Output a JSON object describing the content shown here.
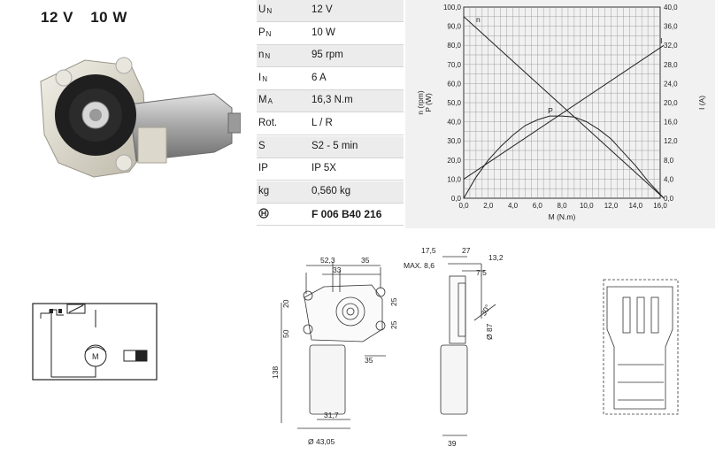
{
  "header": {
    "voltage": "12 V",
    "power": "10 W"
  },
  "spec_table": [
    {
      "sym": "U",
      "sub": "N",
      "value": "12 V"
    },
    {
      "sym": "P",
      "sub": "N",
      "value": "10 W"
    },
    {
      "sym": "n",
      "sub": "N",
      "value": "95 rpm"
    },
    {
      "sym": "I",
      "sub": "N",
      "value": "6 A"
    },
    {
      "sym": "M",
      "sub": "A",
      "value": "16,3 N.m"
    },
    {
      "sym": "Rot.",
      "sub": "",
      "value": "L / R"
    },
    {
      "sym": "S",
      "sub": "",
      "value": "S2 - 5 min"
    },
    {
      "sym": "IP",
      "sub": "",
      "value": "IP 5X"
    },
    {
      "sym": "kg",
      "sub": "",
      "value": "0,560 kg"
    }
  ],
  "part_number": "F 006 B40 216",
  "brand_icon": "bosch-logo-icon",
  "chart_data": {
    "type": "line",
    "xlabel": "M (N.m)",
    "ylabel_left": "n (rpm)\nP (W)",
    "ylabel_right": "I (A)",
    "x_ticks": [
      "0,0",
      "2,0",
      "4,0",
      "6,0",
      "8,0",
      "10,0",
      "12,0",
      "14,0",
      "16,0"
    ],
    "y_ticks_left": [
      "0,0",
      "10,0",
      "20,0",
      "30,0",
      "40,0",
      "50,0",
      "60,0",
      "70,0",
      "80,0",
      "90,0",
      "100,0"
    ],
    "y_ticks_right": [
      "0,0",
      "4,0",
      "8,0",
      "12,0",
      "16,0",
      "20,0",
      "24,0",
      "28,0",
      "32,0",
      "36,0",
      "40,0"
    ],
    "xlim": [
      0,
      16
    ],
    "ylim_left": [
      0,
      100
    ],
    "ylim_right": [
      0,
      40
    ],
    "grid": true,
    "series": [
      {
        "name": "n",
        "axis": "left",
        "x": [
          0,
          16.3
        ],
        "values": [
          95,
          0
        ]
      },
      {
        "name": "I",
        "axis": "right",
        "x": [
          0,
          16.3
        ],
        "values": [
          4,
          32
        ]
      },
      {
        "name": "P",
        "axis": "left",
        "x": [
          0,
          1,
          2,
          3,
          4,
          5,
          6,
          7,
          8,
          9,
          10,
          11,
          12,
          13,
          14,
          15,
          16.3
        ],
        "values": [
          0,
          11,
          20,
          27,
          33,
          38,
          41,
          43,
          43,
          42.5,
          40,
          36,
          31,
          24,
          17,
          9,
          0
        ]
      }
    ],
    "colors": {
      "line": "#222222",
      "grid": "#8c8c8c",
      "background": "#f1f1f1"
    }
  },
  "dimensions": {
    "front_top": [
      "52,3",
      "35",
      "33"
    ],
    "front_left": [
      "20",
      "50",
      "138"
    ],
    "front_right": [
      "25",
      "25",
      "35"
    ],
    "front_bottom": [
      "31,7",
      "Ø 43,05"
    ],
    "side_top": [
      "17,5",
      "27",
      "13,2",
      "MAX. 8,6",
      "7,5"
    ],
    "side_right": [
      "30°",
      "Ø 87"
    ],
    "side_bottom": [
      "39"
    ]
  },
  "wiring_labels": {
    "motor": "M"
  }
}
